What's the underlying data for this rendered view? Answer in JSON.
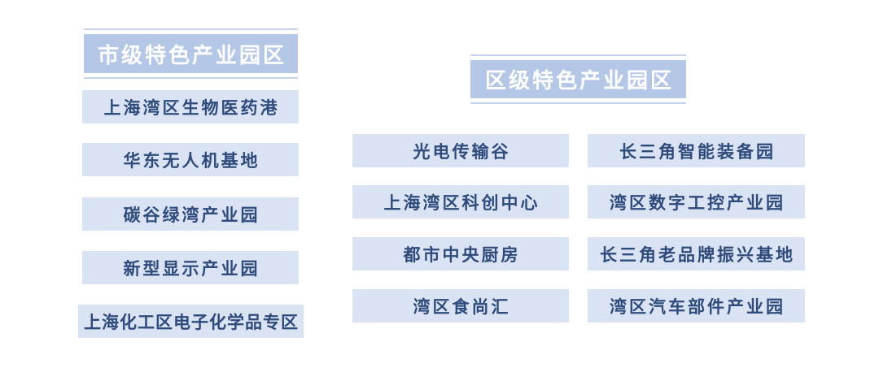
{
  "city_parks": {
    "title": "市级特色产业园区",
    "items": [
      "上海湾区生物医药港",
      "华东无人机基地",
      "碳谷绿湾产业园",
      "新型显示产业园",
      "上海化工区电子化学品专区"
    ]
  },
  "district_parks": {
    "title": "区级特色产业园区",
    "items": [
      "光电传输谷",
      "长三角智能装备园",
      "上海湾区科创中心",
      "湾区数字工控产业园",
      "都市中央厨房",
      "长三角老品牌振兴基地",
      "湾区食尚汇",
      "湾区汽车部件产业园"
    ]
  },
  "colors": {
    "header_background": "#b4c7e7",
    "header_rule": "#c3d3ec",
    "header_text": "#ffffff",
    "item_background": "#dae3f3",
    "item_text": "#2f4b7c"
  }
}
